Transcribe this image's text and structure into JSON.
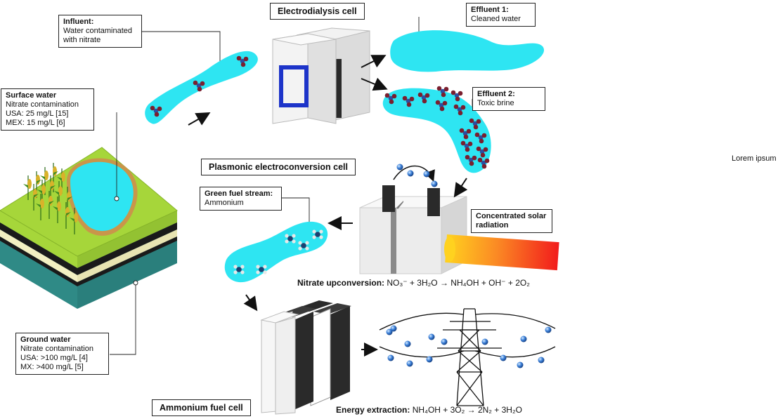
{
  "titles": {
    "electrodialysis": "Electrodialysis cell",
    "plasmonic": "Plasmonic electroconversion cell",
    "fuel_cell": "Ammonium fuel cell"
  },
  "influent": {
    "title": "Influent:",
    "lines": [
      "Water contaminated",
      "with nitrate"
    ]
  },
  "effluent1": {
    "title": "Effluent 1:",
    "lines": [
      "Cleaned water"
    ]
  },
  "effluent2": {
    "title": "Effluent 2:",
    "lines": [
      "Toxic brine"
    ]
  },
  "surface_water": {
    "title": "Surface water",
    "lines": [
      "Nitrate contamination",
      "USA: 25 mg/L [15]",
      "MEX:  15 mg/L [6]"
    ]
  },
  "ground_water": {
    "title": "Ground water",
    "lines": [
      "Nitrate contamination",
      "USA: >100 mg/L [4]",
      "MX:  >400 mg/L [5]"
    ]
  },
  "green_fuel": {
    "title": "Green fuel stream:",
    "lines": [
      "Ammonium"
    ]
  },
  "solar": {
    "title": "Concentrated solar",
    "line2": "radiation"
  },
  "equations": {
    "upconversion_label": "Nitrate upconversion:",
    "upconversion": "NO₃⁻ + 3H₂O → NH₄OH + OH⁻ + 2O₂",
    "energy_label": "Energy extraction:",
    "energy": "NH₄OH + 3O₂ → 2N₂ + 3H₂O"
  },
  "placeholder_text": "Lorem ipsum",
  "colors": {
    "water": "#2ee5f2",
    "grass": "#a6d63a",
    "soil_dark": "#1e1e1e",
    "soil_cream": "#f3f0c2",
    "soil_teal": "#2f8a86",
    "pond_rim": "#c9964a",
    "molecule_red": "#7a1f2f",
    "molecule_blue": "#2b4fa0",
    "electron_blue": "#3a7fd8",
    "frame_blue": "#1d34c9",
    "solar_start": "#ffd21f",
    "solar_end": "#f21c1c"
  }
}
